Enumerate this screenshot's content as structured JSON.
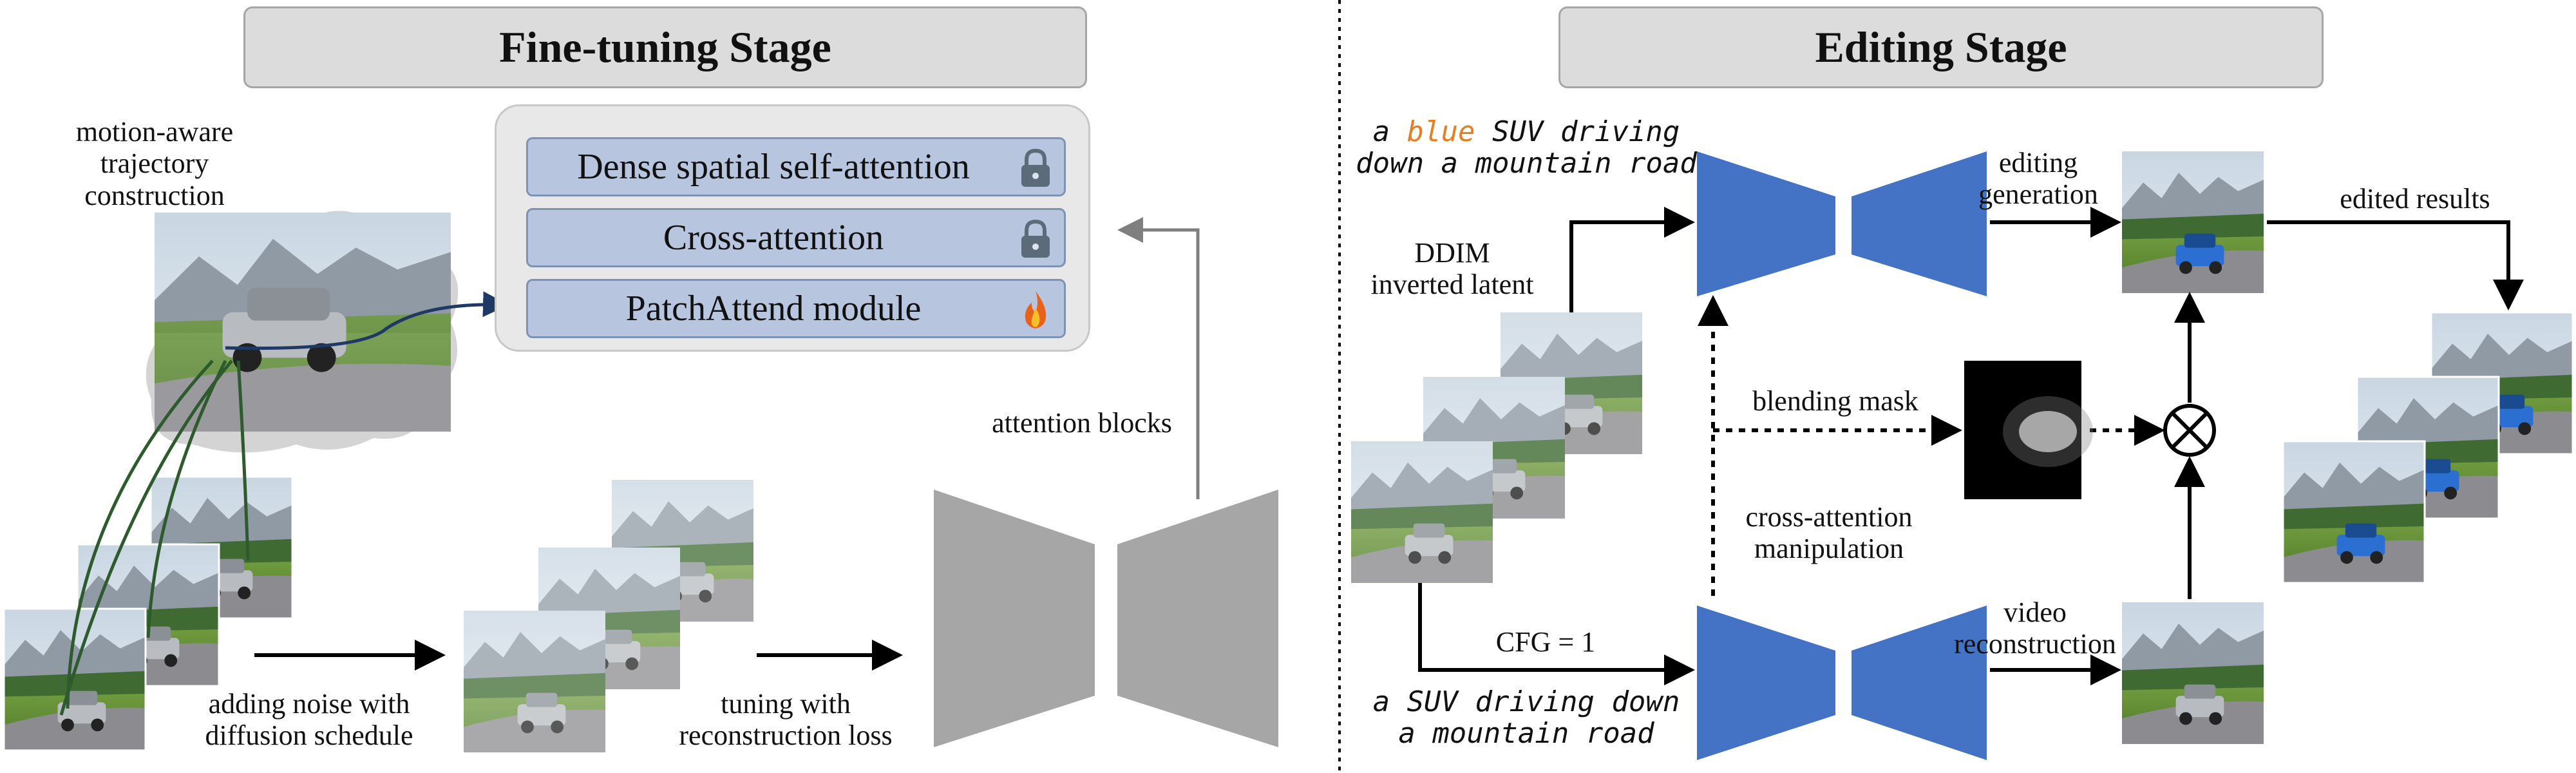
{
  "colors": {
    "stage_box": "#dcdcdc",
    "attention_row": "#b7c6de",
    "unet_gray": "#a6a6a6",
    "unet_blue": "#4472c4",
    "trajectory_green": "#2e5b2e",
    "trajectory_blue": "#1f3864",
    "blue_word": "#e67e22"
  },
  "fine_tuning": {
    "title": "Fine-tuning Stage",
    "trajectory_label": "motion-aware\ntrajectory construction",
    "attention_rows": [
      {
        "label": "Dense spatial self-attention",
        "icon": "lock-icon"
      },
      {
        "label": "Cross-attention",
        "icon": "lock-icon"
      },
      {
        "label": "PatchAttend module",
        "icon": "flame-icon"
      }
    ],
    "noise_label": "adding noise with\ndiffusion schedule",
    "tuning_label": "tuning with\nreconstruction loss",
    "attention_blocks_label": "attention blocks"
  },
  "editing": {
    "title": "Editing Stage",
    "prompt_prefix": "a ",
    "prompt_highlight": "blue",
    "prompt_suffix": " SUV driving\ndown a mountain road",
    "ddim_label": "DDIM\ninverted latent",
    "editing_generation_label": "editing\ngeneration",
    "edited_results_label": "edited results",
    "blending_mask_label": "blending mask",
    "cross_attention_label": "cross-attention\nmanipulation",
    "cfg_label": "CFG = 1",
    "source_prompt": "a SUV driving down\na mountain road",
    "video_reconstruction_label": "video\nreconstruction"
  }
}
